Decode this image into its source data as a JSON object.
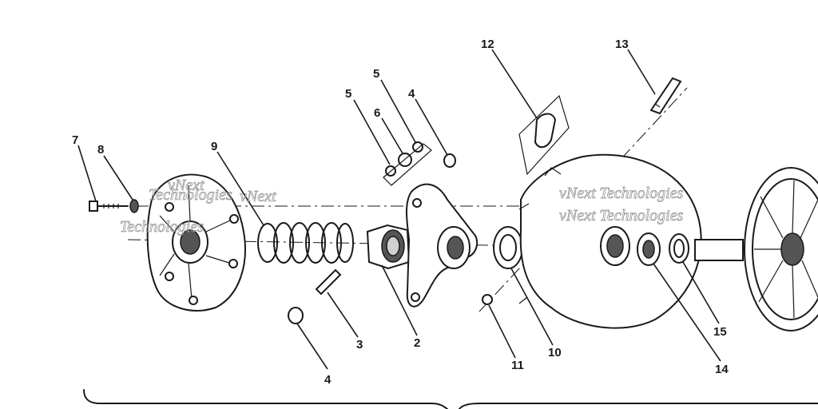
{
  "callouts": {
    "c1": "12",
    "c2": "13",
    "c3": "5",
    "c4": "5",
    "c5": "6",
    "c6": "4",
    "c7": "7",
    "c8": "8",
    "c9": "9",
    "c10": "3",
    "c11": "2",
    "c12": "4",
    "c13": "11",
    "c14": "10",
    "c15": "15",
    "c16": "14"
  },
  "watermarks": {
    "w1a": "vNext",
    "w1b": "Technologies",
    "w2a": "vNext",
    "w2b": "Technologies",
    "w3a": "vNext Technologies",
    "w4": "vNext Technologies"
  }
}
